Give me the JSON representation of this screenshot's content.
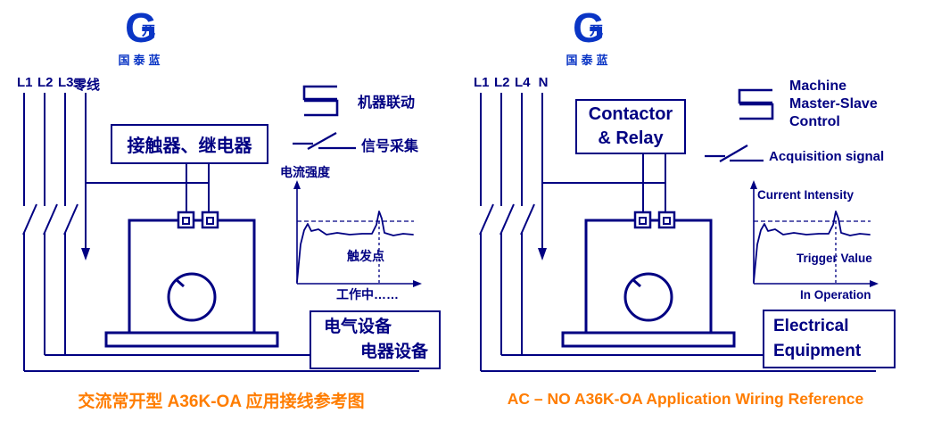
{
  "colors": {
    "diagram_line": "#000082",
    "caption": "#FF7D00",
    "logo": "#0A35C5",
    "background": "#FFFFFF"
  },
  "logo": {
    "letter": "G",
    "symbol": "兀",
    "name": "国泰蓝"
  },
  "waveform_points": "333,316 337,274 341,258 345,251 349,259 357,257 366,263 378,261 392,263 406,262 417,262 422,252 425,237 428,245 431,261 441,264 452,262 463,263",
  "left": {
    "phases": [
      "L1",
      "L2",
      "L3",
      "零线"
    ],
    "contactor": {
      "line1": "接触器、继电器",
      "line2": ""
    },
    "linkage_label": {
      "line1": "机器联动",
      "line2": "",
      "line3": ""
    },
    "signal_label": "信号采集",
    "chart": {
      "axis_label": "电流强度",
      "trigger_label": "触发点",
      "operation_label": "工作中……"
    },
    "equipment": {
      "line1": "电气设备",
      "line2": "电器设备"
    },
    "caption": "交流常开型 A36K-OA 应用接线参考图"
  },
  "right": {
    "phases": [
      "L1",
      "L2",
      "L4",
      "N"
    ],
    "contactor": {
      "line1": "Contactor",
      "line2": "& Relay"
    },
    "linkage_label": {
      "line1": "Machine",
      "line2": "Master-Slave",
      "line3": "Control"
    },
    "signal_label": "Acquisition signal",
    "chart": {
      "axis_label": "Current Intensity",
      "trigger_label": "Trigger Value",
      "operation_label": "In Operation"
    },
    "equipment": {
      "line1": "Electrical",
      "line2": "Equipment"
    },
    "caption": "AC – NO A36K-OA Application Wiring Reference"
  }
}
